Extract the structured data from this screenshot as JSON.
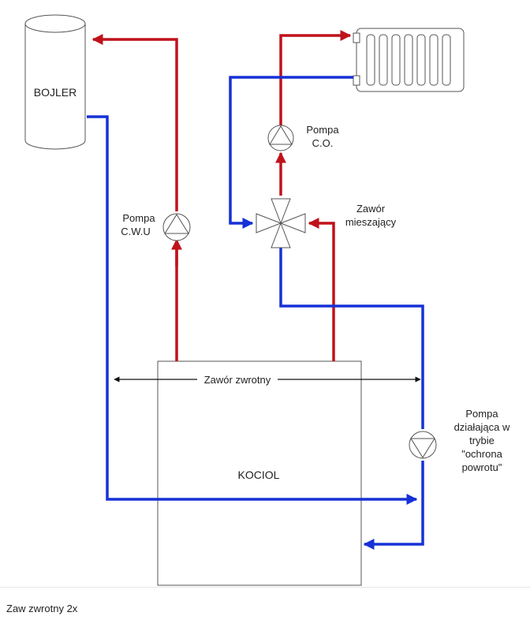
{
  "colors": {
    "hot_pipe": "#c0121b",
    "cold_pipe": "#1631d6",
    "outline": "#555555",
    "check_valve_line": "#111111"
  },
  "labels": {
    "boiler_tank": "BOJLER",
    "furnace": "KOCIOL",
    "check_valve": "Zawór zwrotny",
    "pump_cwu": [
      "Pompa",
      "C.W.U"
    ],
    "pump_co": [
      "Pompa",
      "C.O."
    ],
    "mixing_valve": [
      "Zawór",
      "mieszający"
    ],
    "protection_pump": [
      "Pompa",
      "działająca w",
      "trybie",
      "\"ochrona",
      "powrotu\""
    ]
  },
  "icons": {
    "radiator": "radiator-icon",
    "pump": "pump-icon",
    "mixing_valve": "four-way-valve-icon"
  },
  "caption": "Zaw zwrotny 2x"
}
